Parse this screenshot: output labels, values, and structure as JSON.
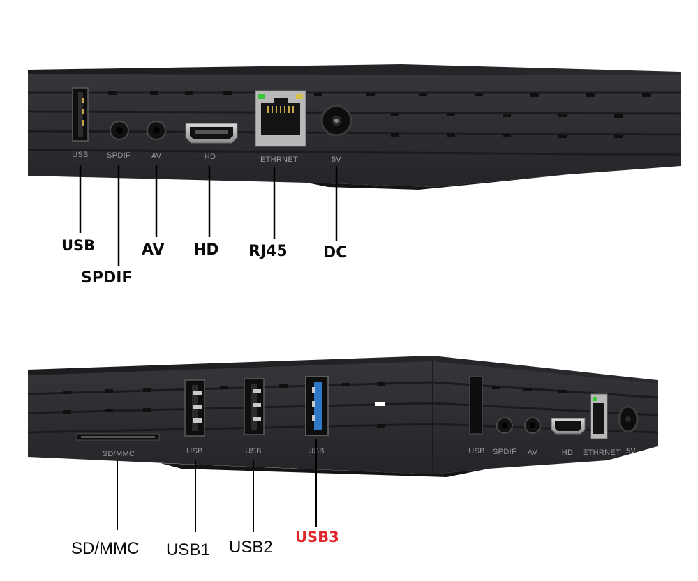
{
  "top_view": {
    "printed": {
      "usb": "USB",
      "spdif": "SPDIF",
      "av": "AV",
      "hdmi": "HD",
      "ethernet": "ETHRNET",
      "power": "5V"
    },
    "callouts": {
      "usb": "USB",
      "spdif": "SPDIF",
      "av": "AV",
      "hd": "HD",
      "rj45": "RJ45",
      "dc": "DC"
    }
  },
  "bottom_view": {
    "printed": {
      "sd": "SD/MMC",
      "usb_a": "USB",
      "usb_b": "USB",
      "usb_c": "USB",
      "usb_side": "USB",
      "spdif": "SPDIF",
      "av": "AV",
      "hdmi": "HD",
      "ethernet": "ETHRNET",
      "power": "5V"
    },
    "callouts": {
      "sd_mmc": "SD/MMC",
      "usb1": "USB1",
      "usb2": "USB2",
      "usb3": "USB3"
    }
  },
  "colors": {
    "body": "#2b2c2e",
    "body_top": "#1f2022",
    "slot": "#161718",
    "usb3_accent": "#2f78c8",
    "usb3_label": "#e0262a",
    "ethernet_led": "#39c43a",
    "text": "#0a0a0a"
  },
  "icons": [
    "usb-port-icon",
    "audio-jack-icon",
    "hdmi-port-icon",
    "ethernet-port-icon",
    "dc-jack-icon",
    "sd-slot-icon"
  ]
}
